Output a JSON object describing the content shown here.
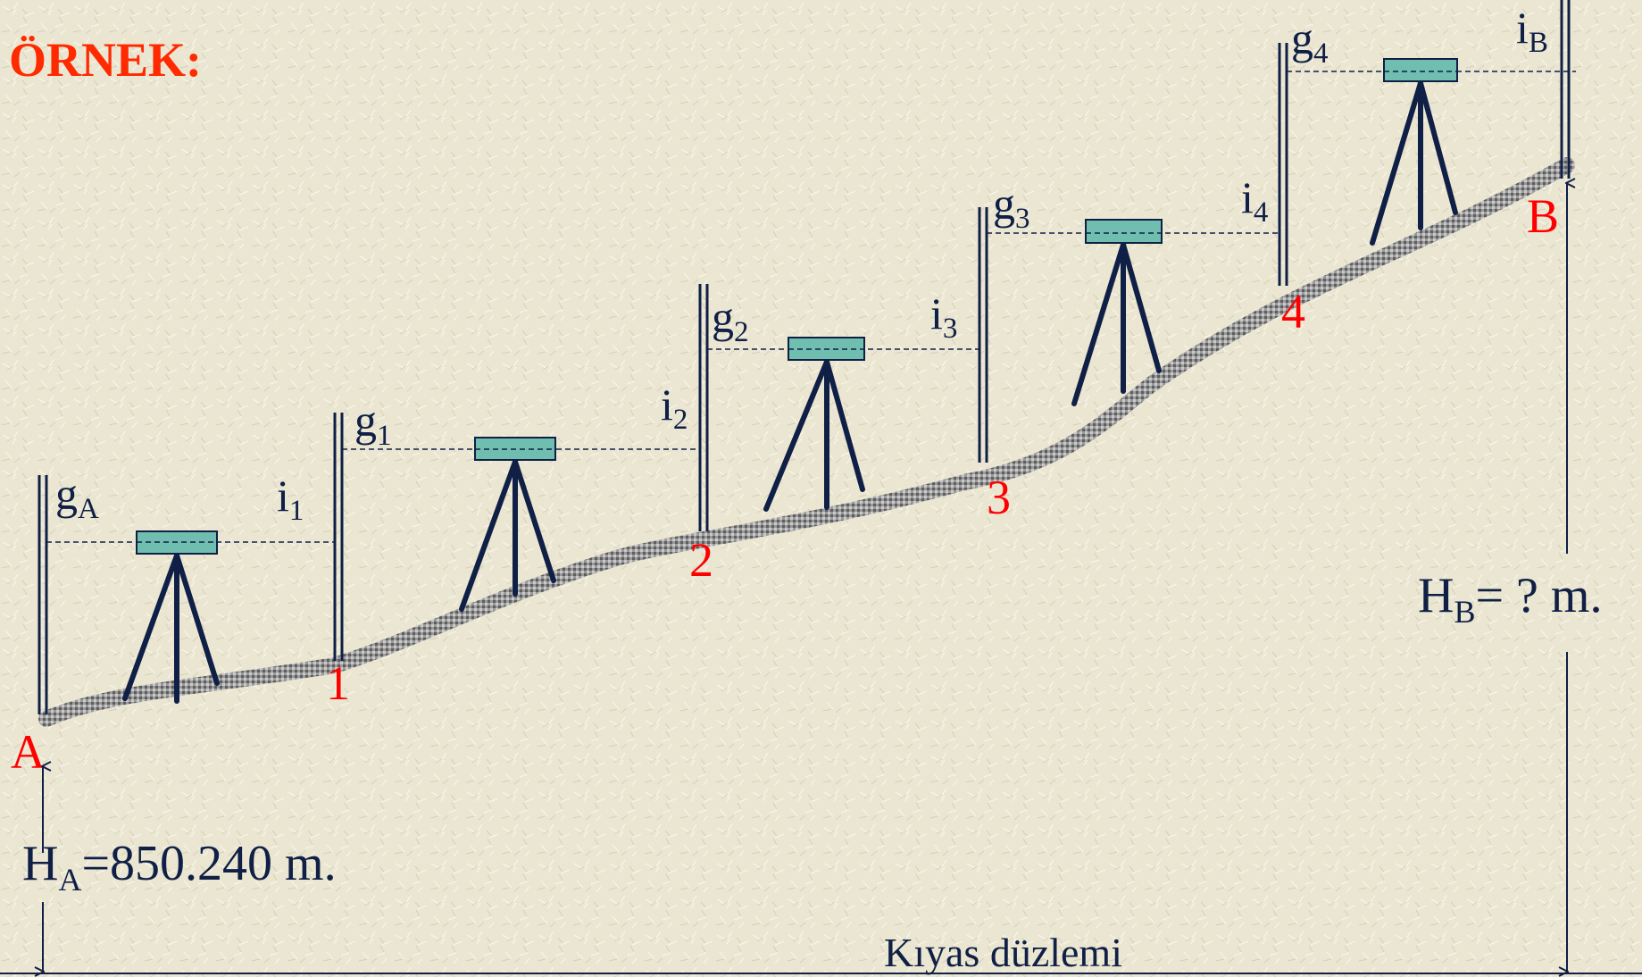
{
  "title": "ÖRNEK:",
  "colors": {
    "background": "#ebe6d2",
    "title": "#ff2a00",
    "point_label": "#ff0000",
    "ink": "#0f1f45",
    "instrument_fill": "#6fbeb0",
    "ground": "#8a8a8a"
  },
  "points": {
    "A": "A",
    "p1": "1",
    "p2": "2",
    "p3": "3",
    "p4": "4",
    "B": "B"
  },
  "readings": {
    "gA": {
      "base": "g",
      "sub": "A"
    },
    "i1": {
      "base": "i",
      "sub": "1"
    },
    "g1": {
      "base": "g",
      "sub": "1"
    },
    "i2": {
      "base": "i",
      "sub": "2"
    },
    "g2": {
      "base": "g",
      "sub": "2"
    },
    "i3": {
      "base": "i",
      "sub": "3"
    },
    "g3": {
      "base": "g",
      "sub": "3"
    },
    "i4": {
      "base": "i",
      "sub": "4"
    },
    "g4": {
      "base": "g",
      "sub": "4"
    },
    "iB": {
      "base": "i",
      "sub": "B"
    }
  },
  "heights": {
    "HA": {
      "base": "H",
      "sub": "A",
      "rest": "=850.240 m."
    },
    "HB": {
      "base": "H",
      "sub": "B",
      "rest": "= ? m."
    }
  },
  "datum_label": "Kıyas düzlemi"
}
